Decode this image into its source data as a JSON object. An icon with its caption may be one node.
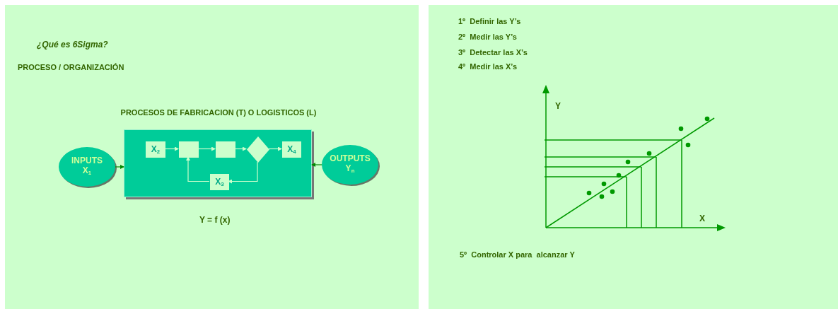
{
  "diagram": {
    "title": "¿Qué es 6Sigma?",
    "nodes": [
      {
        "text": [
          "INPUTS",
          "X$_{1}$"
        ]
      },
      {
        "text": [
          "PROCESOS DE FABRICACION (T) O LOGISTICOS (L)"
        ]
      },
      {
        "text": [
          "X$_{2}$"
        ],
        "in": 1
      },
      {
        "text": [],
        "shape": "box",
        "in": 1
      },
      {
        "text": [],
        "shape": "box",
        "in": 1
      },
      {
        "text": [],
        "shape": "diamond",
        "in": 1
      },
      {
        "text": [
          "X$_{4}$"
        ],
        "in": 1
      },
      {
        "text": [
          "X$_{3}$"
        ],
        "in": 1
      },
      {
        "text": [
          "OUTPUTS",
          "Y$_{n}$"
        ]
      }
    ],
    "edges": [
      {
        "from": 0,
        "to": 1,
        "arrow": "to",
        "color": "#008800"
      },
      {
        "from": 8,
        "to": 1,
        "arrow": "to",
        "color": "#008800"
      },
      {
        "from": 2,
        "to": 3,
        "arrow": "to"
      },
      {
        "from": 3,
        "to": 4,
        "arrow": "to"
      },
      {
        "from": 4,
        "to": 5,
        "arrow": "to"
      },
      {
        "from": 5,
        "to": 6,
        "arrow": "to"
      },
      {
        "from": 5,
        "to": 7,
        "arrow": "to"
      },
      {
        "from": 7,
        "to": 3,
        "arrow": "to"
      }
    ],
    "labels": [
      "PROCESO / ORGANIZACIÓN",
      "Y = f (x)",
      "1º  Definir las Y’s",
      "2º  Medir las Y’s",
      "3º  Detectar las X’s",
      "4º  Medir las X’s",
      "Y",
      "X",
      "5º  Controlar X para  alcanzar Y"
    ]
  }
}
